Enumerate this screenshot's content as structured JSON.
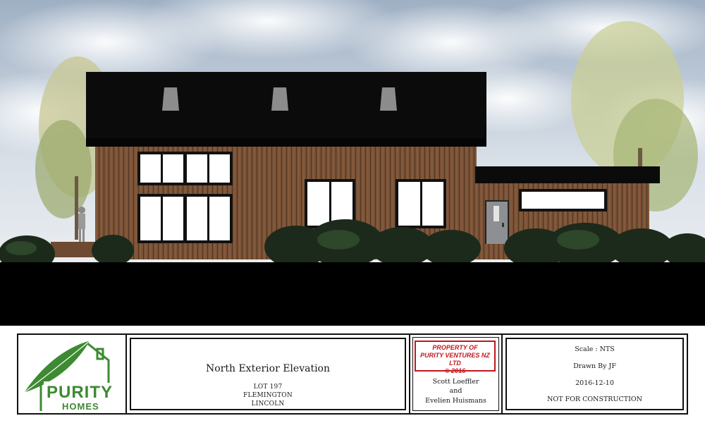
{
  "colors": {
    "roof": "#0b0b0b",
    "cladding": "#7a5236",
    "window_frame": "#111111",
    "window_glass": "#ffffff",
    "door": "#8e8f92",
    "stamp_red": "#c4161c",
    "logo_green": "#3d8a32"
  },
  "logo": {
    "icon": "leaf-house-icon",
    "brand_line1": "PURITY",
    "brand_line2": "HOMES"
  },
  "drawing": {
    "title": "North Exterior Elevation",
    "lot": "LOT 197",
    "suburb": "FLEMINGTON",
    "town": "LINCOLN"
  },
  "owner": {
    "stamp_line1": "PROPERTY OF",
    "stamp_line2": "PURITY VENTURES NZ LTD",
    "stamp_line3": "© 2016",
    "name1": "Scott Loeffler",
    "conjunction": "and",
    "name2": "Evelien Huismans"
  },
  "meta": {
    "scale": "Scale : NTS",
    "drawn_by": "Drawn By JF",
    "date": "2016-12-10",
    "status": "NOT FOR CONSTRUCTION"
  }
}
